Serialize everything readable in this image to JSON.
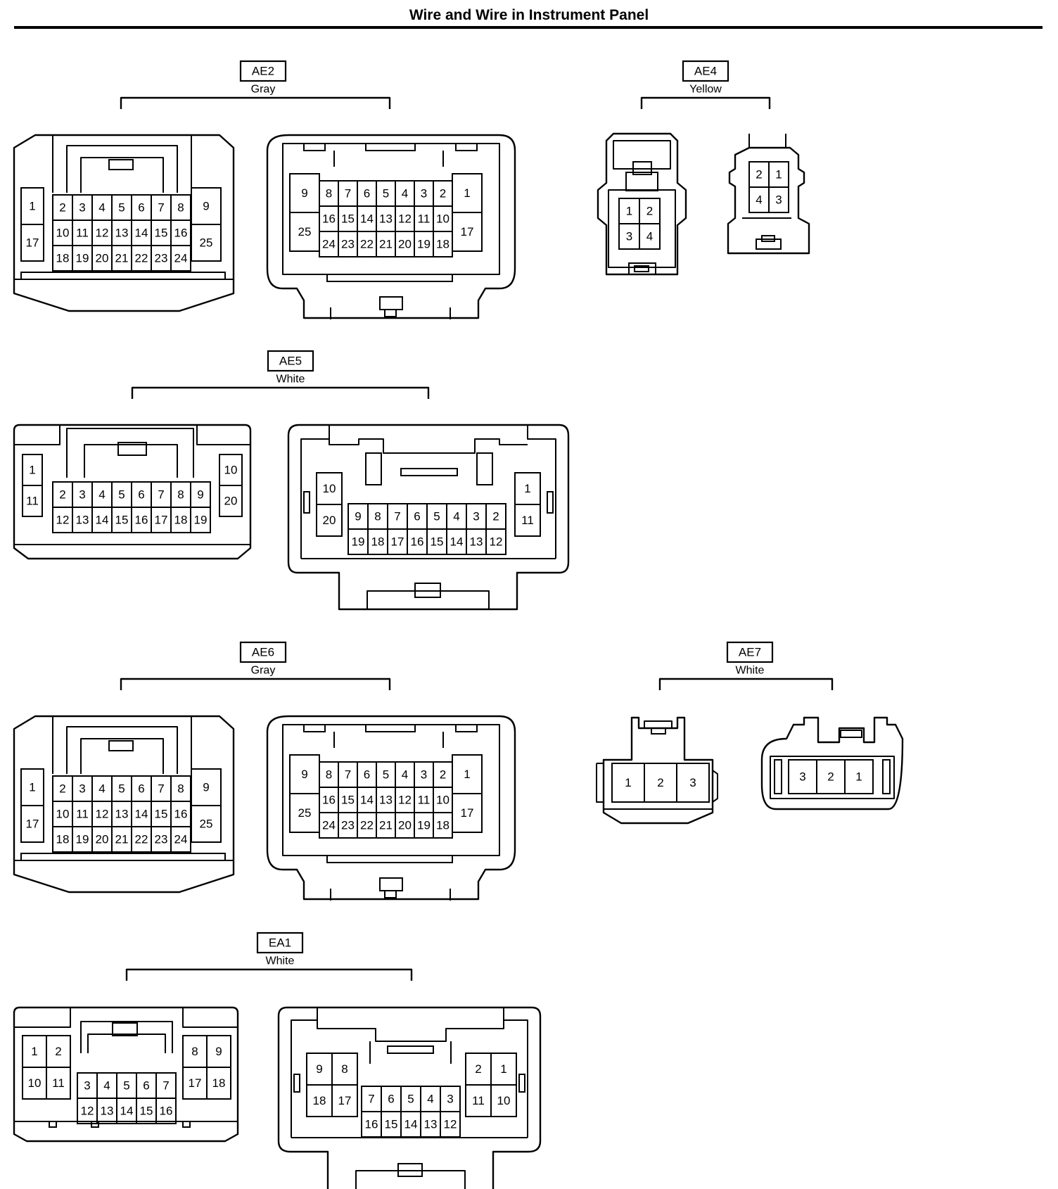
{
  "page": {
    "title": "Wire and Wire in Instrument Panel"
  },
  "connectors": [
    {
      "id": "AE2",
      "color": "Gray",
      "views": [
        {
          "cavities": [
            "1",
            "17",
            "2",
            "3",
            "4",
            "5",
            "6",
            "7",
            "8",
            "10",
            "11",
            "12",
            "13",
            "14",
            "15",
            "16",
            "18",
            "19",
            "20",
            "21",
            "22",
            "23",
            "24",
            "9",
            "25"
          ]
        },
        {
          "cavities": [
            "9",
            "25",
            "8",
            "7",
            "6",
            "5",
            "4",
            "3",
            "2",
            "16",
            "15",
            "14",
            "13",
            "12",
            "11",
            "10",
            "24",
            "23",
            "22",
            "21",
            "20",
            "19",
            "18",
            "1",
            "17"
          ]
        }
      ]
    },
    {
      "id": "AE4",
      "color": "Yellow",
      "views": [
        {
          "cavities": [
            "1",
            "2",
            "3",
            "4"
          ]
        },
        {
          "cavities": [
            "2",
            "1",
            "4",
            "3"
          ]
        }
      ]
    },
    {
      "id": "AE5",
      "color": "White",
      "views": [
        {
          "cavities": [
            "1",
            "11",
            "2",
            "3",
            "4",
            "5",
            "6",
            "7",
            "8",
            "9",
            "12",
            "13",
            "14",
            "15",
            "16",
            "17",
            "18",
            "19",
            "10",
            "20"
          ]
        },
        {
          "cavities": [
            "10",
            "20",
            "9",
            "8",
            "7",
            "6",
            "5",
            "4",
            "3",
            "2",
            "19",
            "18",
            "17",
            "16",
            "15",
            "14",
            "13",
            "12",
            "1",
            "11"
          ]
        }
      ]
    },
    {
      "id": "AE6",
      "color": "Gray",
      "views": [
        {
          "cavities": [
            "1",
            "17",
            "2",
            "3",
            "4",
            "5",
            "6",
            "7",
            "8",
            "10",
            "11",
            "12",
            "13",
            "14",
            "15",
            "16",
            "18",
            "19",
            "20",
            "21",
            "22",
            "23",
            "24",
            "9",
            "25"
          ]
        },
        {
          "cavities": [
            "9",
            "25",
            "8",
            "7",
            "6",
            "5",
            "4",
            "3",
            "2",
            "16",
            "15",
            "14",
            "13",
            "12",
            "11",
            "10",
            "24",
            "23",
            "22",
            "21",
            "20",
            "19",
            "18",
            "1",
            "17"
          ]
        }
      ]
    },
    {
      "id": "AE7",
      "color": "White",
      "views": [
        {
          "cavities": [
            "1",
            "2",
            "3"
          ]
        },
        {
          "cavities": [
            "3",
            "2",
            "1"
          ]
        }
      ]
    },
    {
      "id": "EA1",
      "color": "White",
      "views": [
        {
          "cavities": [
            "1",
            "2",
            "10",
            "11",
            "3",
            "4",
            "5",
            "6",
            "7",
            "12",
            "13",
            "14",
            "15",
            "16",
            "8",
            "9",
            "17",
            "18"
          ]
        },
        {
          "cavities": [
            "9",
            "8",
            "18",
            "17",
            "7",
            "6",
            "5",
            "4",
            "3",
            "16",
            "15",
            "14",
            "13",
            "12",
            "2",
            "1",
            "11",
            "10"
          ]
        }
      ]
    }
  ]
}
